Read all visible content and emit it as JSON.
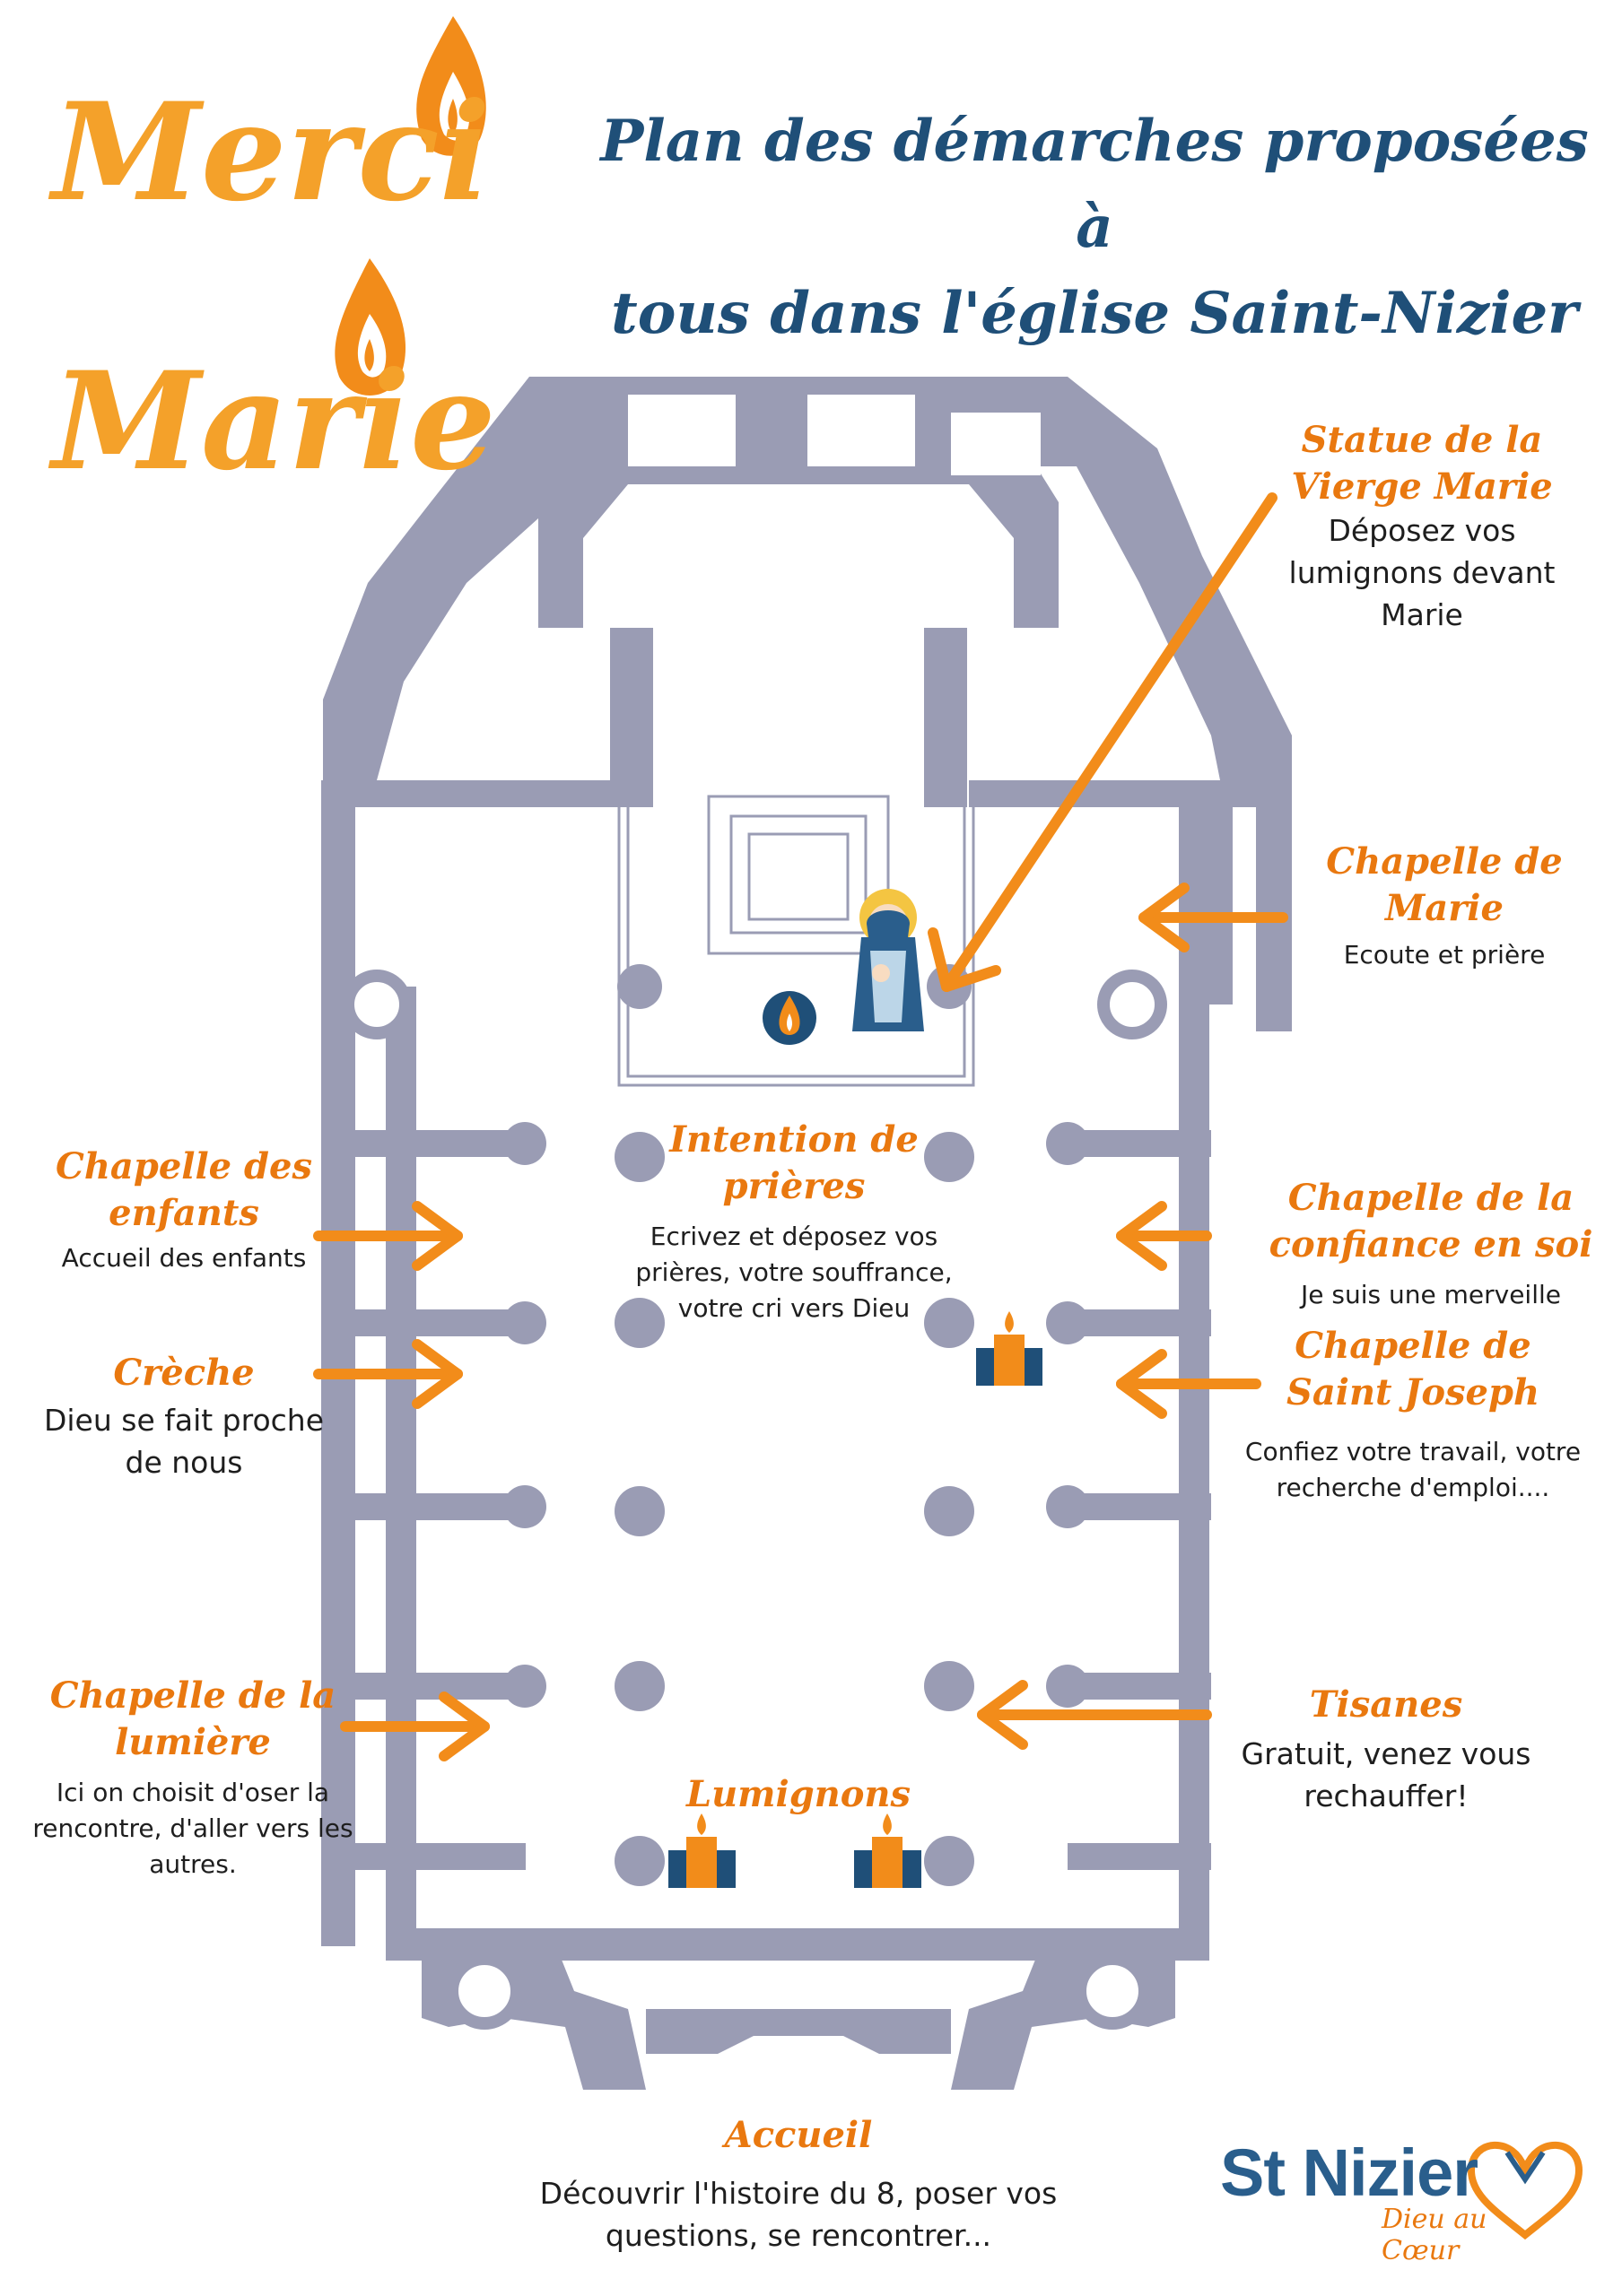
{
  "brand": {
    "line1": "Merci",
    "line2": "Marie"
  },
  "header": {
    "line1": "Plan des démarches proposées à",
    "line2": "tous dans l'église Saint-Nizier"
  },
  "stations": {
    "statue": {
      "title1": "Statue de la",
      "title2": "Vierge Marie",
      "desc1": "Déposez vos",
      "desc2": "lumignons devant",
      "desc3": "Marie"
    },
    "chapelle_marie": {
      "title": "Chapelle de Marie",
      "desc": "Ecoute et prière"
    },
    "intention": {
      "title1": "Intention de",
      "title2": "prières",
      "desc1": "Ecrivez et déposez vos",
      "desc2": "prières, votre souffrance,",
      "desc3": "votre cri vers Dieu"
    },
    "enfants": {
      "title1": "Chapelle des",
      "title2": "enfants",
      "desc": "Accueil des enfants"
    },
    "confiance": {
      "title1": "Chapelle de la",
      "title2": "confiance en soi",
      "desc": "Je suis une merveille"
    },
    "creche": {
      "title": "Crèche",
      "desc1": "Dieu se fait proche",
      "desc2": "de nous"
    },
    "joseph": {
      "title1": "Chapelle de",
      "title2": "Saint Joseph",
      "desc1": "Confiez votre travail, votre",
      "desc2": "recherche d'emploi...."
    },
    "lumiere": {
      "title1": "Chapelle de la",
      "title2": "lumière",
      "desc1": "Ici on choisit d'oser la",
      "desc2": "rencontre, d'aller vers les",
      "desc3": "autres."
    },
    "tisanes": {
      "title": "Tisanes",
      "desc1": "Gratuit, venez vous",
      "desc2": "rechauffer!"
    },
    "lumignons": {
      "title": "Lumignons"
    },
    "accueil": {
      "title": "Accueil",
      "desc1": "Découvrir l'histoire du 8, poser vos",
      "desc2": "questions, se rencontrer..."
    }
  },
  "logo": {
    "name": "St Nizier",
    "tagline": "Dieu au Cœur"
  },
  "colors": {
    "orange": "#f28c1a",
    "title_orange": "#e9780f",
    "navy": "#1f4f78",
    "plan_gray": "#9a9cb4",
    "brand_yellow": "#f4a12a"
  },
  "icons": [
    "flame-icon",
    "candle-icon",
    "virgin-mary-statue-icon",
    "arrow-icon",
    "heart-icon"
  ]
}
